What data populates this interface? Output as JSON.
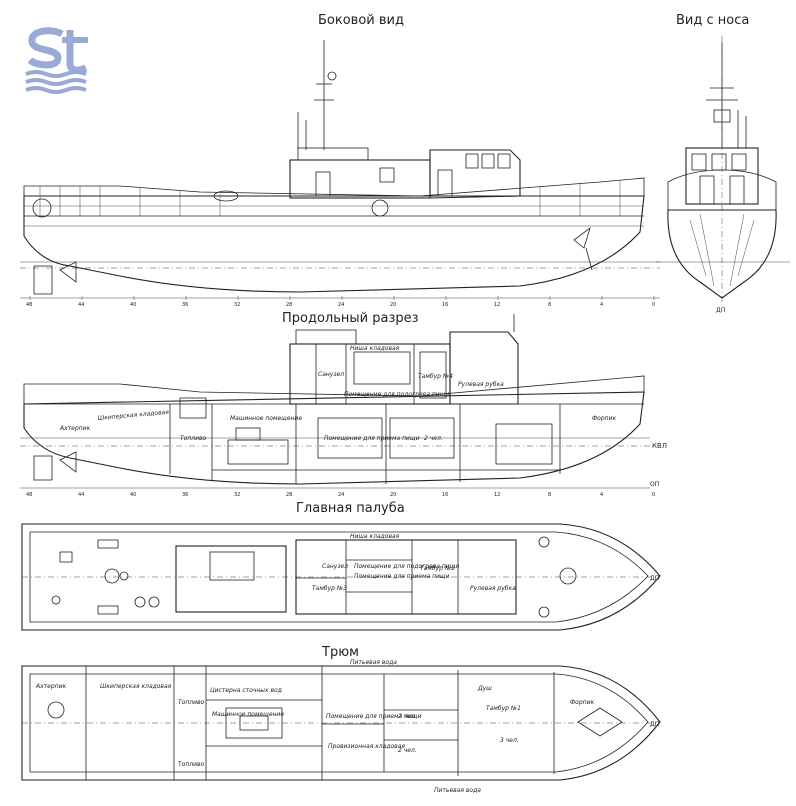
{
  "logo": {
    "text": "St",
    "color": "#9aaad6"
  },
  "views": {
    "side": {
      "title": "Боковой вид"
    },
    "bow": {
      "title": "Вид с носа",
      "dp": "ДП"
    },
    "section": {
      "title": "Продольный разрез",
      "kvl": "КВЛ",
      "op": "ОП"
    },
    "deck": {
      "title": "Главная палуба",
      "dp": "ДП"
    },
    "hold": {
      "title": "Трюм",
      "dp": "ДП"
    }
  },
  "frames": [
    "48",
    "44",
    "40",
    "36",
    "32",
    "28",
    "24",
    "20",
    "16",
    "12",
    "8",
    "4",
    "0"
  ],
  "rooms": {
    "section": {
      "afterpeak": "Ахтерпик",
      "skipper": "Шкиперская кладовая",
      "fuel": "Топливо",
      "engine": "Машинное помещение",
      "galley_bath": "Санузел",
      "pantry": "Ниша кладовая",
      "heat_room": "Помещение для подогрева пищи",
      "meal_room": "Помещение для приема пищи",
      "cabin2": "2 чел.",
      "tambur4": "Тамбур №4",
      "wheelhouse": "Рулевая рубка",
      "forepeak": "Форпик"
    },
    "deck": {
      "pantry": "Ниша кладовая",
      "bath": "Санузел",
      "tambur3": "Тамбур №3",
      "heat_room": "Помещение для подогрева пищи",
      "meal_room": "Помещение для приема пищи",
      "tambur2": "Тамбур №2",
      "wheelhouse": "Рулевая рубка"
    },
    "hold": {
      "afterpeak": "Ахтерпик",
      "skipper": "Шкиперская кладовая",
      "fuel": "Топливо",
      "engine": "Машинное помещение",
      "dirty_water": "Цистерна сточных вод",
      "potable_top": "Питьевая вода",
      "meal_room": "Помещение для приема пищи",
      "provision": "Провизионная кладовая",
      "cabin2a": "2 чел.",
      "cabin2b": "2 чел.",
      "cabin3": "3 чел.",
      "shower": "Душ",
      "tambur1": "Тамбур №1",
      "forepeak": "Форпик",
      "potable_bottom": "Питьевая вода"
    }
  }
}
